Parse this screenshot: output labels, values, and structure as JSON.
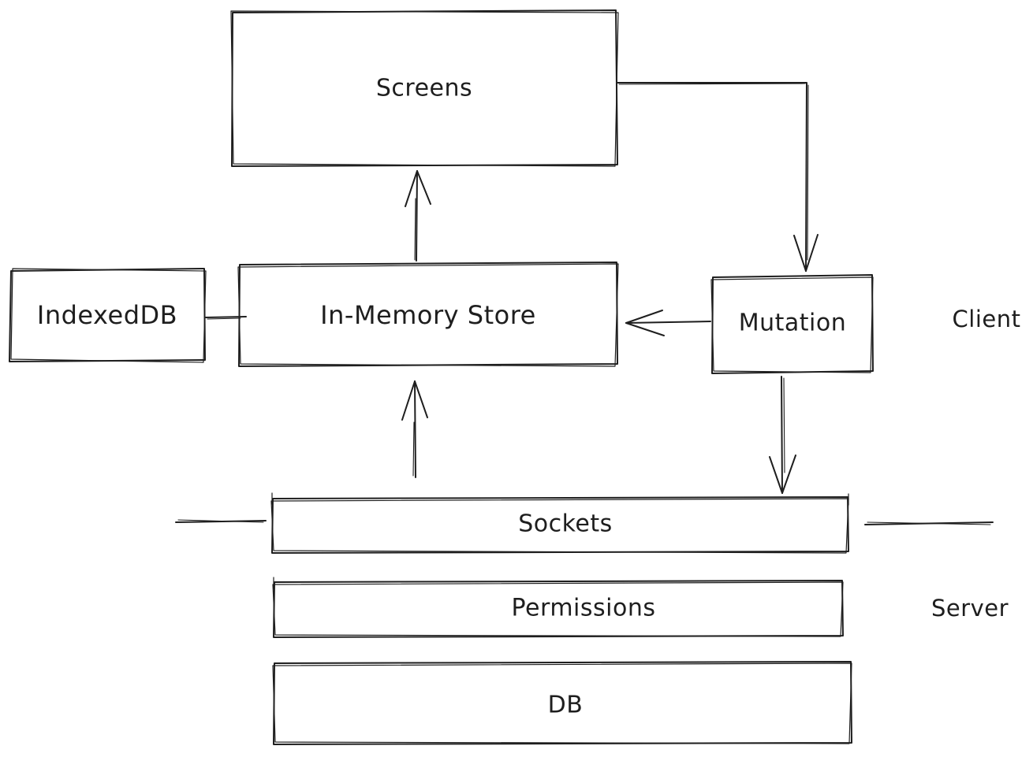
{
  "diagram": {
    "style": "hand-drawn whiteboard sketch",
    "colors": {
      "stroke": "#1e1e1e",
      "background": "#ffffff",
      "text": "#1e1e1e"
    },
    "nodes": [
      {
        "id": "screens",
        "label": "Screens"
      },
      {
        "id": "indexeddb",
        "label": "IndexedDB"
      },
      {
        "id": "in_memory_store",
        "label": "In-Memory Store"
      },
      {
        "id": "mutation",
        "label": "Mutation"
      },
      {
        "id": "sockets",
        "label": "Sockets"
      },
      {
        "id": "permissions",
        "label": "Permissions"
      },
      {
        "id": "db",
        "label": "DB"
      }
    ],
    "regions": [
      {
        "id": "client",
        "label": "Client"
      },
      {
        "id": "server",
        "label": "Server"
      }
    ],
    "connectors": [
      {
        "from": "in_memory_store",
        "to": "screens",
        "type": "arrow",
        "direction": "up"
      },
      {
        "from": "screens",
        "to": "mutation",
        "type": "elbow-arrow",
        "direction": "right-then-down"
      },
      {
        "from": "mutation",
        "to": "in_memory_store",
        "type": "arrow",
        "direction": "left"
      },
      {
        "from": "indexeddb",
        "to": "in_memory_store",
        "type": "line",
        "direction": "horizontal"
      },
      {
        "from": "sockets",
        "to": "in_memory_store",
        "type": "arrow",
        "direction": "up"
      },
      {
        "from": "mutation",
        "to": "sockets",
        "type": "arrow",
        "direction": "down"
      },
      {
        "id": "client-server-divider-left",
        "type": "divider-line"
      },
      {
        "id": "client-server-divider-right",
        "type": "divider-line"
      }
    ]
  }
}
